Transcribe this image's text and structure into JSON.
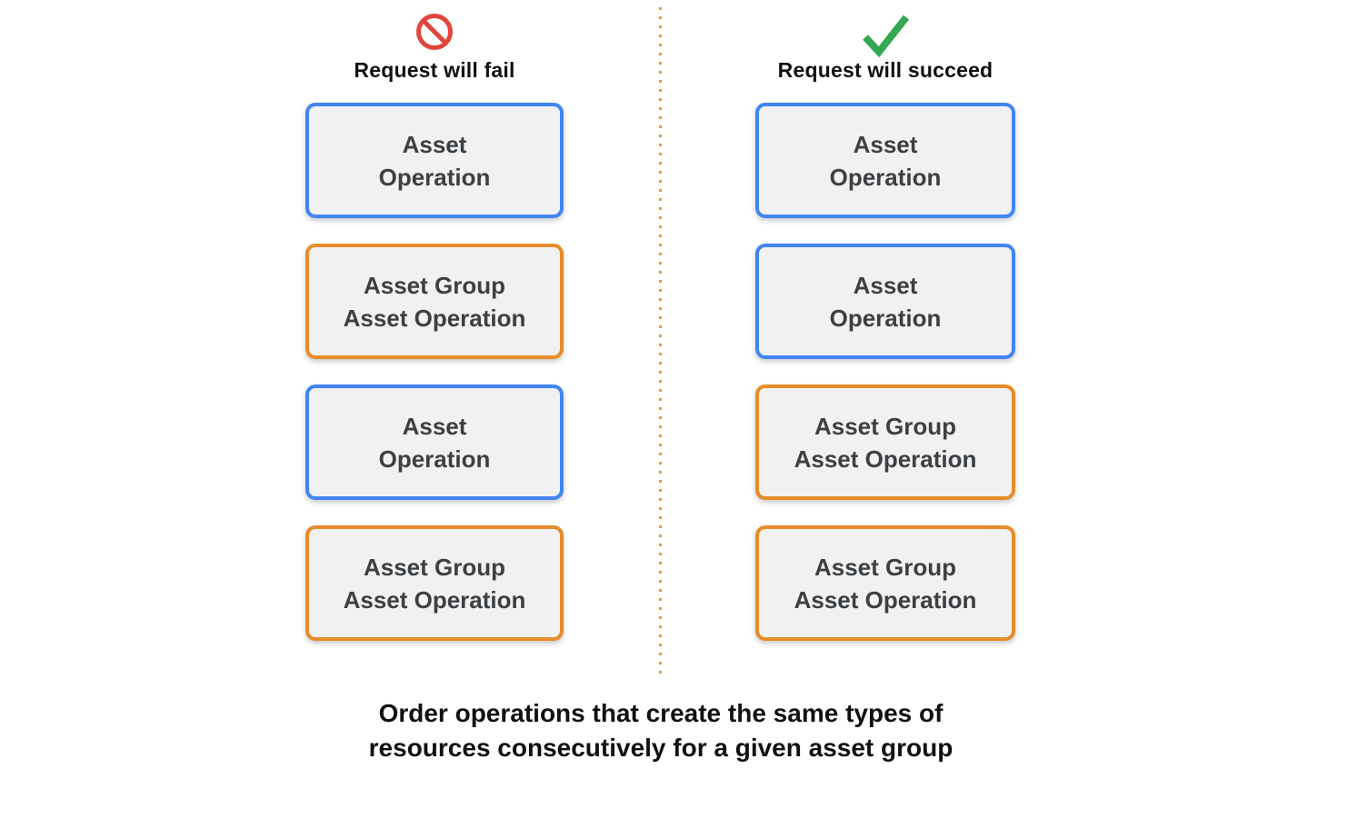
{
  "colors": {
    "blue_border": "#4285F4",
    "orange_border": "#E78C28",
    "box_background": "#F1F1F2",
    "box_text": "#3C4043",
    "fail_icon_red": "#E3453A",
    "success_icon_green": "#34A853",
    "divider_orange": "#E79A3C",
    "heading_text": "#111111"
  },
  "columns": [
    {
      "id": "fail",
      "icon": "prohibition-icon",
      "icon_color": "#E3453A",
      "label": "Request will fail",
      "boxes": [
        {
          "variant": "blue",
          "lines": [
            "Asset",
            "Operation"
          ]
        },
        {
          "variant": "orange",
          "lines": [
            "Asset Group",
            "Asset Operation"
          ]
        },
        {
          "variant": "blue",
          "lines": [
            "Asset",
            "Operation"
          ]
        },
        {
          "variant": "orange",
          "lines": [
            "Asset Group",
            "Asset Operation"
          ]
        }
      ]
    },
    {
      "id": "succeed",
      "icon": "check-icon",
      "icon_color": "#34A853",
      "label": "Request will succeed",
      "boxes": [
        {
          "variant": "blue",
          "lines": [
            "Asset",
            "Operation"
          ]
        },
        {
          "variant": "blue",
          "lines": [
            "Asset",
            "Operation"
          ]
        },
        {
          "variant": "orange",
          "lines": [
            "Asset Group",
            "Asset Operation"
          ]
        },
        {
          "variant": "orange",
          "lines": [
            "Asset Group",
            "Asset Operation"
          ]
        }
      ]
    }
  ],
  "caption": {
    "lines": [
      "Order operations that create the same types of",
      "resources consecutively for a given asset group"
    ]
  }
}
